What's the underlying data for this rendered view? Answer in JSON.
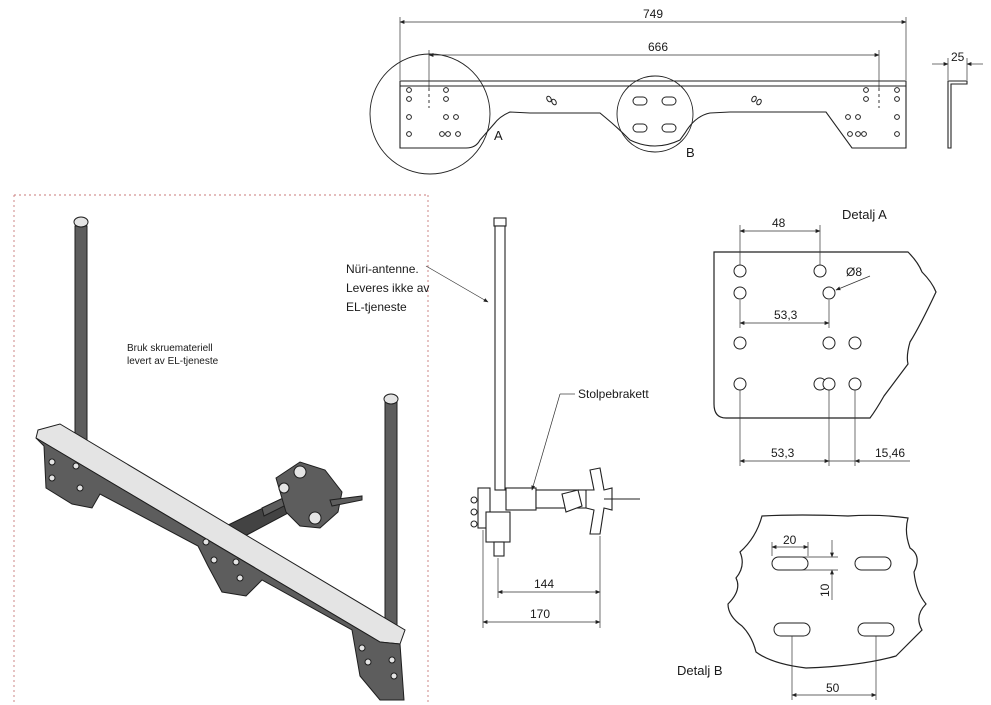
{
  "top_view": {
    "dim_total": "749",
    "dim_holes": "666",
    "dim_thickness": "25",
    "detail_a_marker": "A",
    "detail_b_marker": "B"
  },
  "iso_view": {
    "note_line1": "Bruk skruemateriell",
    "note_line2": "levert av EL-tjeneste"
  },
  "side_view": {
    "antenna_label_line1": "Nüri-antenne.",
    "antenna_label_line2": "Leveres ikke av",
    "antenna_label_line3": "EL-tjeneste",
    "bracket_label": "Stolpebrakett",
    "dim_144": "144",
    "dim_170": "170"
  },
  "detail_a": {
    "title": "Detalj A",
    "dim_48": "48",
    "dim_dia": "Ø8",
    "dim_53_top": "53,3",
    "dim_53_bottom": "53,3",
    "dim_15": "15,46"
  },
  "detail_b": {
    "title": "Detalj B",
    "dim_20": "20",
    "dim_10": "10",
    "dim_50": "50"
  }
}
